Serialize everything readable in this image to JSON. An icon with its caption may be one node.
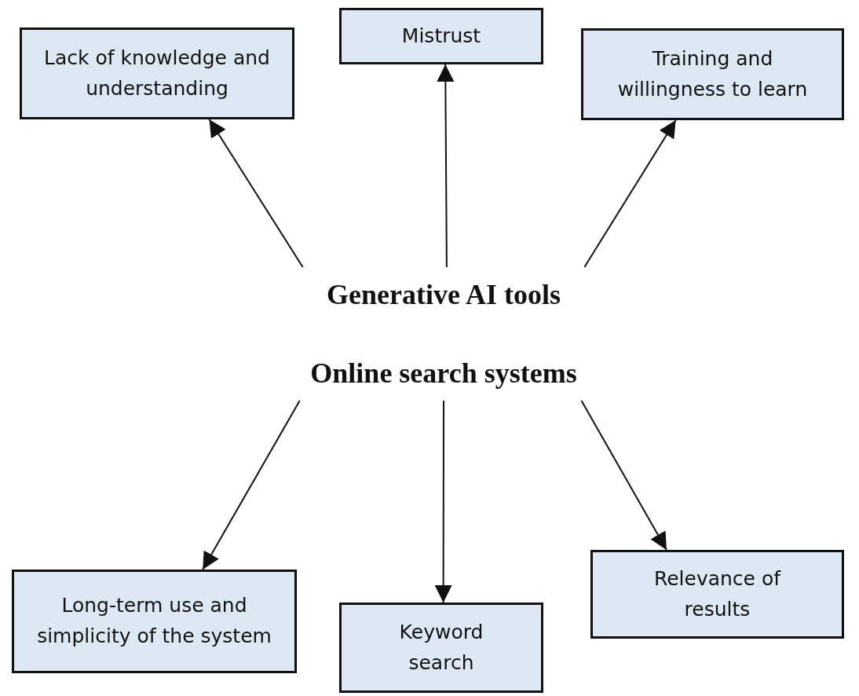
{
  "diagram": {
    "nodes": [
      {
        "text": [
          "Lack of knowledge and understanding"
        ]
      },
      {
        "text": [
          "Mistrust"
        ]
      },
      {
        "text": [
          "Training and willingness to learn"
        ]
      },
      {
        "text": [
          "Generative AI tools",
          "Online search systems"
        ]
      },
      {
        "text": [
          "Long-term use and simplicity of the system"
        ]
      },
      {
        "text": [
          "Keyword search"
        ]
      },
      {
        "text": [
          "Relevance of results"
        ]
      }
    ],
    "edges": [
      {
        "from": 3,
        "to": 0,
        "arrow": "to"
      },
      {
        "from": 3,
        "to": 1,
        "arrow": "to"
      },
      {
        "from": 3,
        "to": 2,
        "arrow": "to"
      },
      {
        "from": 3,
        "to": 4,
        "arrow": "to"
      },
      {
        "from": 3,
        "to": 5,
        "arrow": "to"
      },
      {
        "from": 3,
        "to": 6,
        "arrow": "to"
      }
    ]
  }
}
